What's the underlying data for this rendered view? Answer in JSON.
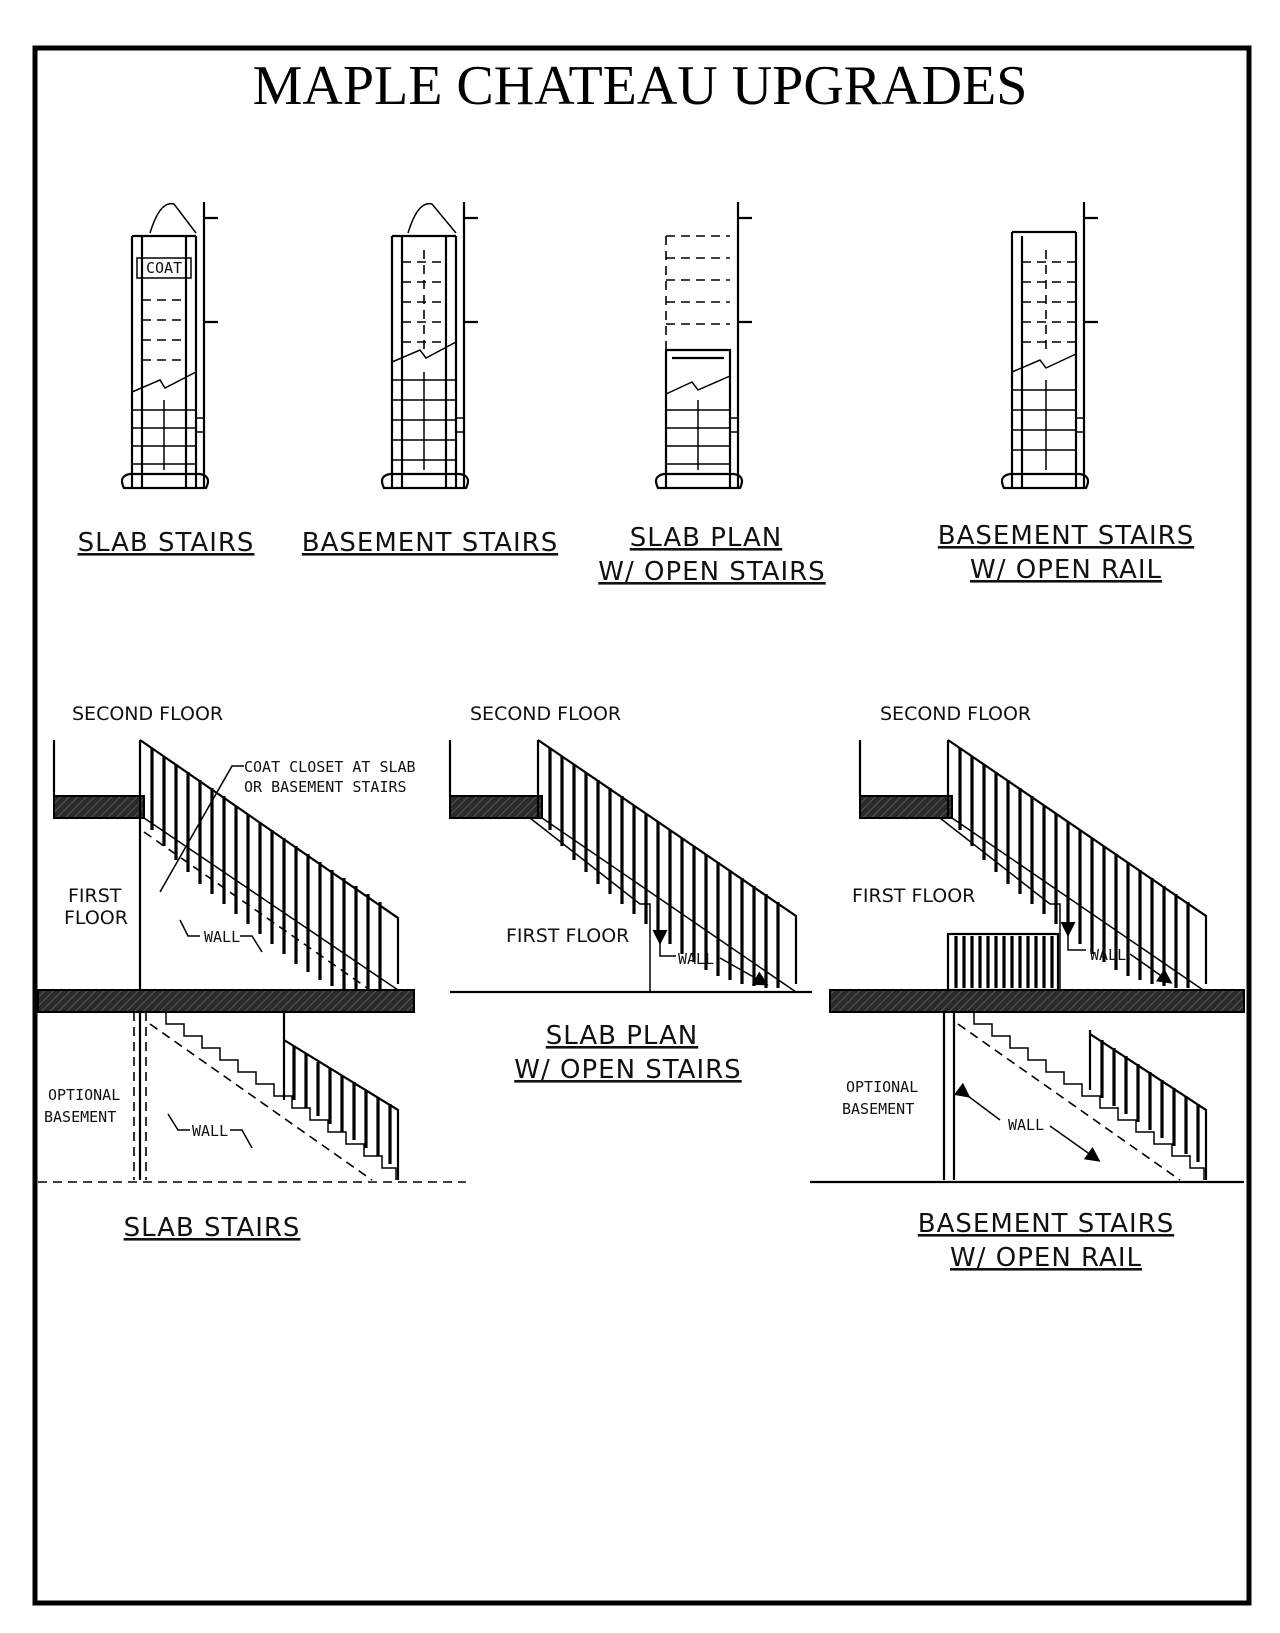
{
  "title": "MAPLE CHATEAU UPGRADES",
  "plans": [
    {
      "caption": [
        "SLAB STAIRS"
      ],
      "coat_label": "COAT"
    },
    {
      "caption": [
        "BASEMENT STAIRS"
      ]
    },
    {
      "caption": [
        "SLAB PLAN",
        "W/ OPEN STAIRS"
      ]
    },
    {
      "caption": [
        "BASEMENT STAIRS",
        "W/ OPEN RAIL"
      ]
    }
  ],
  "sections": [
    {
      "upper_label": "SECOND FLOOR",
      "middle_label": [
        "FIRST",
        "FLOOR"
      ],
      "lower_label": [
        "OPTIONAL",
        "BASEMENT"
      ],
      "callout": [
        "COAT CLOSET AT SLAB",
        "OR BASEMENT STAIRS"
      ],
      "wall_label": "WALL",
      "wall_label_lower": "WALL",
      "caption": [
        "SLAB STAIRS"
      ]
    },
    {
      "upper_label": "SECOND FLOOR",
      "middle_label": [
        "FIRST FLOOR"
      ],
      "wall_label": "WALL",
      "caption": [
        "SLAB PLAN",
        "W/ OPEN STAIRS"
      ]
    },
    {
      "upper_label": "SECOND FLOOR",
      "middle_label": [
        "FIRST FLOOR"
      ],
      "lower_label": [
        "OPTIONAL",
        "BASEMENT"
      ],
      "wall_label": "WALL",
      "wall_label_lower": "WALL",
      "caption": [
        "BASEMENT STAIRS",
        "W/ OPEN RAIL"
      ]
    }
  ]
}
